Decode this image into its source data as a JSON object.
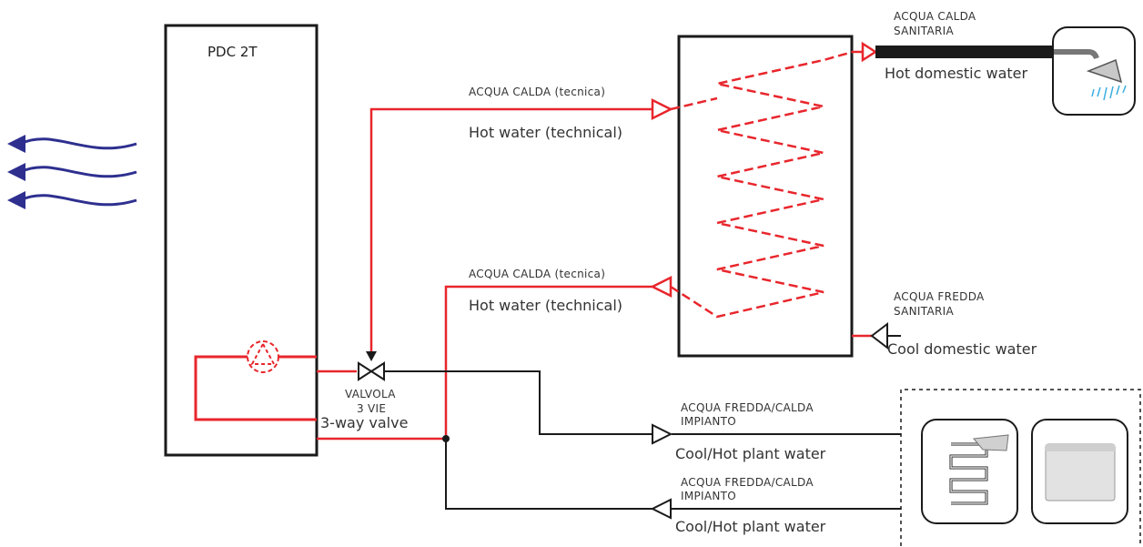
{
  "unit": {
    "label": "PDC  2T"
  },
  "labels": {
    "hot_technical_upper_it": "ACQUA CALDA (tecnica)",
    "hot_technical_upper_en": "Hot water (technical)",
    "hot_technical_lower_it": "ACQUA CALDA (tecnica)",
    "hot_technical_lower_en": "Hot water (technical)",
    "valve_it_line1": "VALVOLA",
    "valve_it_line2": "3 VIE",
    "valve_en": "3-way valve",
    "hot_domestic_it_line1": "ACQUA CALDA",
    "hot_domestic_it_line2": "SANITARIA",
    "hot_domestic_en": "Hot domestic water",
    "cold_domestic_it_line1": "ACQUA FREDDA",
    "cold_domestic_it_line2": "SANITARIA",
    "cold_domestic_en": "Cool domestic water",
    "plant_upper_it_line1": "ACQUA FREDDA/CALDA",
    "plant_upper_it_line2": "IMPIANTO",
    "plant_upper_en": "Cool/Hot plant water",
    "plant_lower_it_line1": "ACQUA FREDDA/CALDA",
    "plant_lower_it_line2": "IMPIANTO",
    "plant_lower_en": "Cool/Hot plant water"
  },
  "icons": {
    "airflow": "airflow-arrows-icon",
    "pump": "circulation-pump-icon",
    "valve": "three-way-valve-icon",
    "shower": "shower-icon",
    "floor_heating": "underfloor-heating-icon",
    "radiator": "radiator-icon"
  },
  "colors": {
    "hot_pipe": "#e8262c",
    "black_pipe": "#1a1a1a",
    "airflow": "#2e2f8f",
    "text": "#333333"
  }
}
